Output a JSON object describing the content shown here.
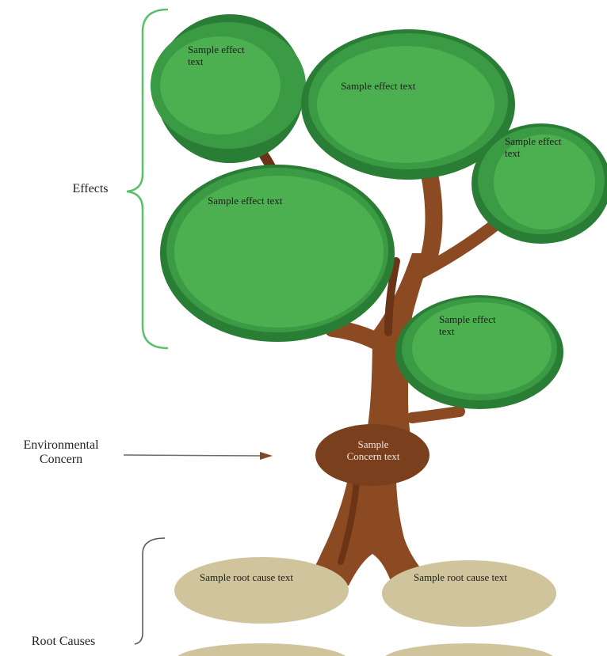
{
  "labels": {
    "effects": "Effects",
    "environmental": "Environmental",
    "concern": "Concern",
    "root_causes": "Root Causes"
  },
  "effects": [
    {
      "line1": "Sample effect",
      "line2": "text"
    },
    {
      "line1": "Sample effect text"
    },
    {
      "line1": "Sample effect",
      "line2": "text"
    },
    {
      "line1": "Sample effect text"
    },
    {
      "line1": "Sample effect",
      "line2": "text"
    }
  ],
  "concern": {
    "line1": "Sample",
    "line2": "Concern text"
  },
  "root_causes": [
    {
      "text": "Sample root cause text"
    },
    {
      "text": "Sample root cause text"
    }
  ],
  "colors": {
    "leaf_light": "#4caf50",
    "leaf_mid": "#3b9a44",
    "leaf_dark": "#2a7d35",
    "trunk": "#8b4a22",
    "trunk_dark": "#6b3416",
    "concern_fill": "#7a3f1d",
    "root_fill": "#cfc49c",
    "bracket": "#5cbf6a",
    "arrow": "#555555"
  }
}
